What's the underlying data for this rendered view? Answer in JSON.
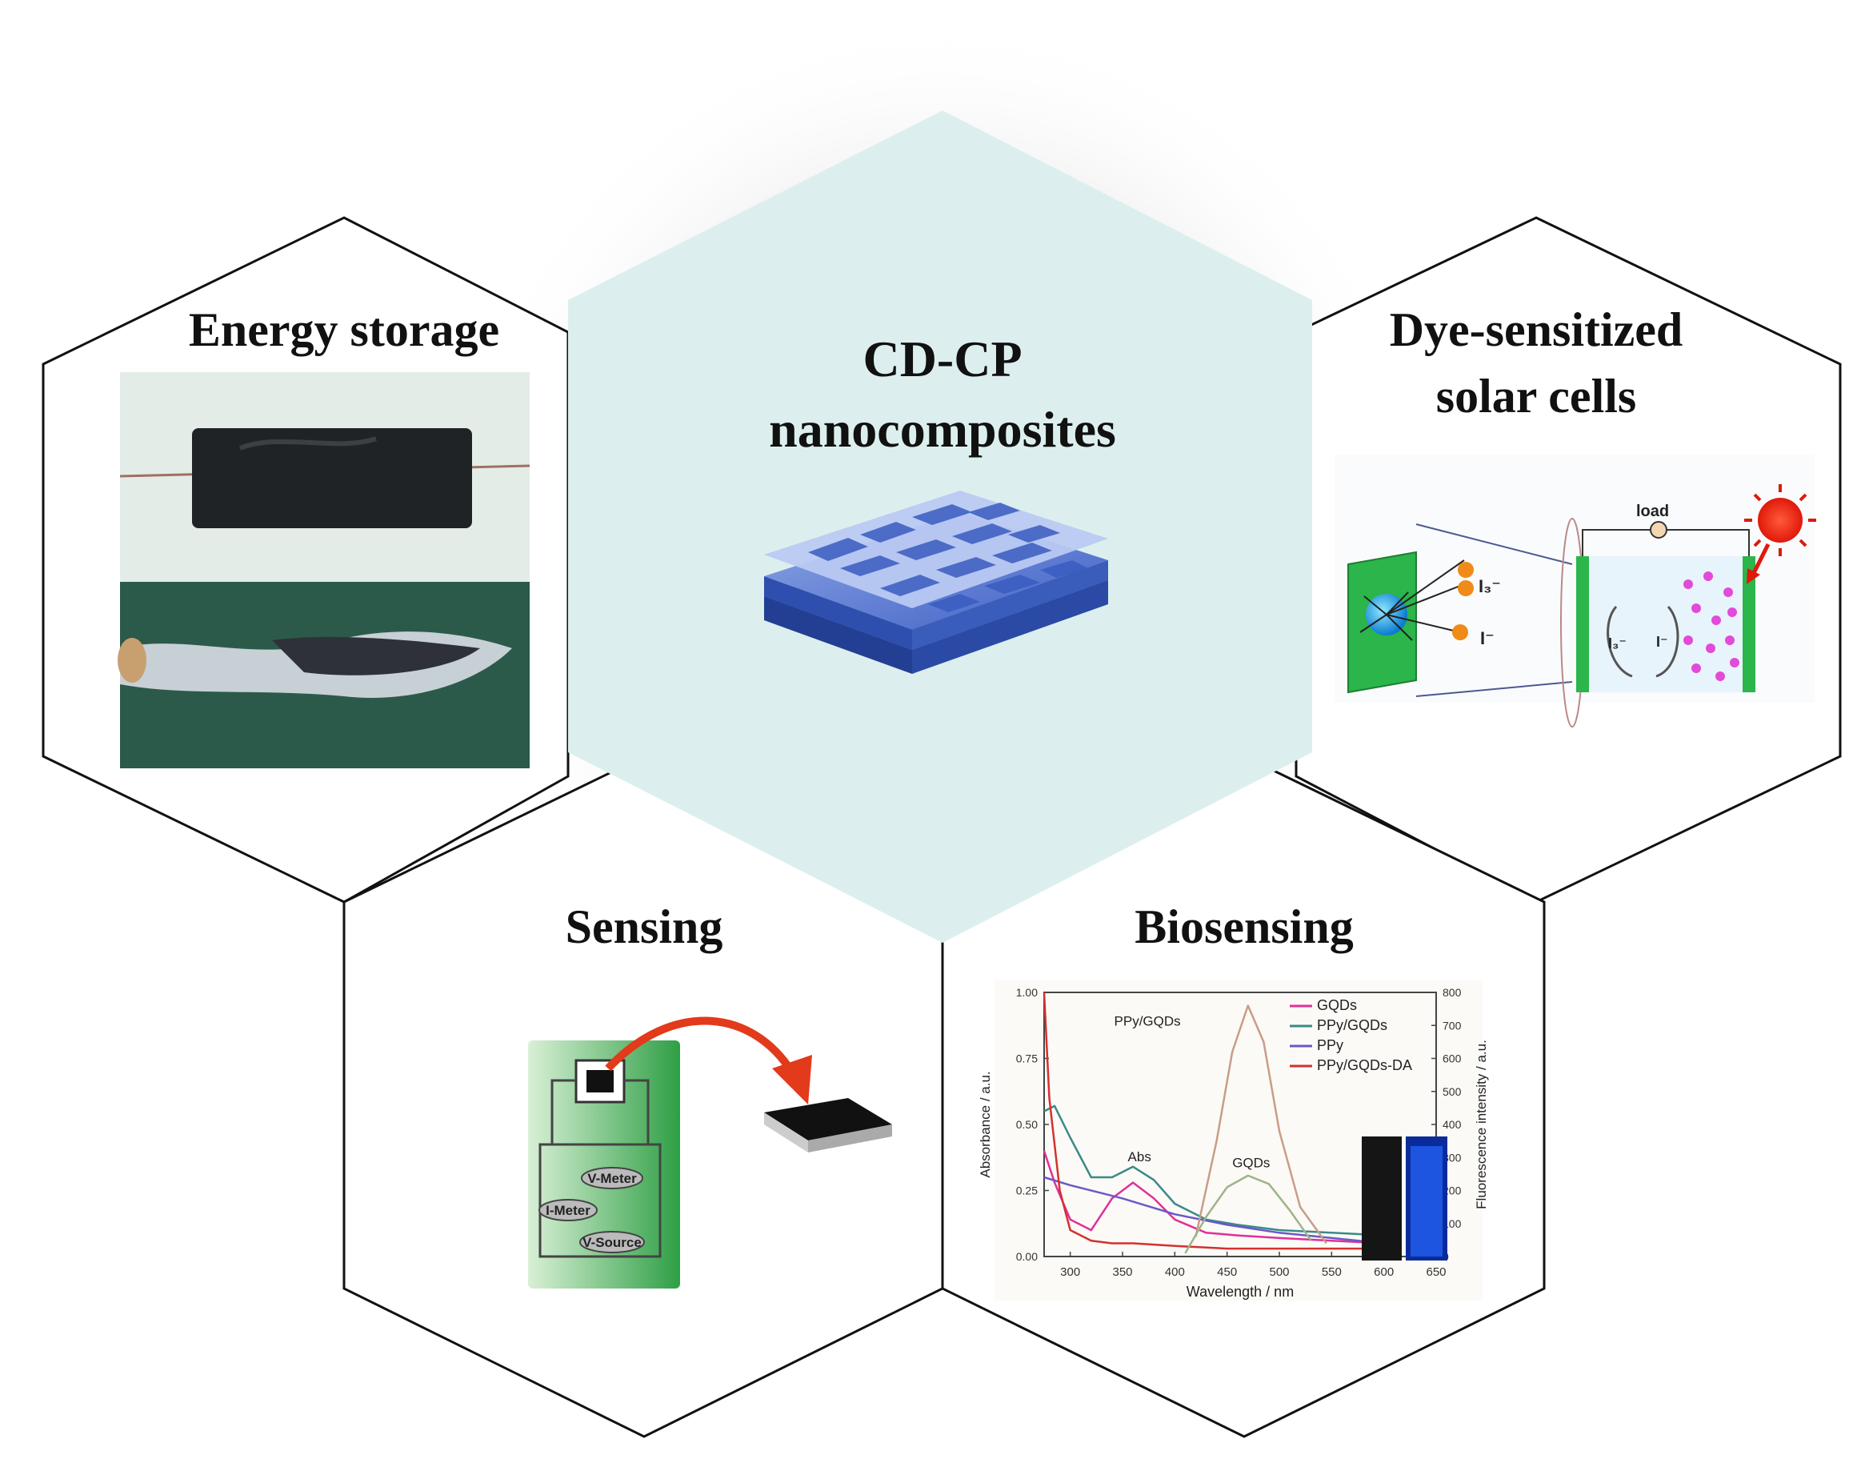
{
  "center": {
    "title_line1": "CD-CP",
    "title_line2": "nanocomposites"
  },
  "panels": {
    "energy_storage": {
      "title": "Energy storage"
    },
    "dssc": {
      "title_line1": "Dye-sensitized",
      "title_line2": "solar cells",
      "labels": {
        "load": "load",
        "i3_left": "I₃⁻",
        "i_left": "I⁻",
        "i3_cell": "I₃⁻",
        "i_cell": "I⁻"
      }
    },
    "sensing": {
      "title": "Sensing",
      "circuit": {
        "v_meter": "V-Meter",
        "i_meter": "I-Meter",
        "v_source": "V-Source"
      }
    },
    "biosensing": {
      "title": "Biosensing"
    }
  },
  "chart_data": {
    "type": "line",
    "xlabel": "Wavelength / nm",
    "ylabel_left": "Absorbance / a.u.",
    "ylabel_right": "Fluorescence intensity / a.u.",
    "xlim": [
      275,
      650
    ],
    "ylim_left": [
      0,
      1.0
    ],
    "ylim_right": [
      0,
      800
    ],
    "x_ticks": [
      "300",
      "350",
      "400",
      "450",
      "500",
      "550",
      "600",
      "650"
    ],
    "y_left_ticks": [
      "0.00",
      "0.25",
      "0.50",
      "0.75",
      "1.00"
    ],
    "y_right_ticks": [
      "0",
      "100",
      "200",
      "300",
      "400",
      "500",
      "600",
      "700",
      "800"
    ],
    "annotations": {
      "abs": "Abs",
      "gqds": "GQDs",
      "ppy_gqds": "PPy/GQDs"
    },
    "legend": [
      "GQDs",
      "PPy/GQDs",
      "PPy",
      "PPy/GQDs-DA"
    ],
    "series": [
      {
        "name": "GQDs",
        "axis": "left",
        "color": "#e0309a",
        "x": [
          275,
          285,
          300,
          320,
          340,
          360,
          380,
          400,
          430,
          460,
          500,
          550,
          600
        ],
        "y": [
          0.4,
          0.28,
          0.14,
          0.1,
          0.22,
          0.28,
          0.22,
          0.14,
          0.09,
          0.08,
          0.07,
          0.06,
          0.05
        ]
      },
      {
        "name": "PPy/GQDs",
        "axis": "left",
        "color": "#3a8a88",
        "x": [
          275,
          285,
          300,
          320,
          340,
          360,
          380,
          400,
          430,
          460,
          500,
          550,
          600
        ],
        "y": [
          0.55,
          0.57,
          0.45,
          0.3,
          0.3,
          0.34,
          0.29,
          0.2,
          0.14,
          0.12,
          0.1,
          0.09,
          0.08
        ]
      },
      {
        "name": "PPy",
        "axis": "left",
        "color": "#6b58c8",
        "x": [
          275,
          300,
          350,
          400,
          450,
          500,
          550,
          600
        ],
        "y": [
          0.3,
          0.27,
          0.22,
          0.16,
          0.12,
          0.09,
          0.07,
          0.05
        ]
      },
      {
        "name": "PPy/GQDs-DA",
        "axis": "left",
        "color": "#d43030",
        "x": [
          275,
          280,
          290,
          300,
          320,
          340,
          360,
          400,
          450,
          500,
          550,
          600
        ],
        "y": [
          1.0,
          0.6,
          0.25,
          0.1,
          0.06,
          0.05,
          0.05,
          0.04,
          0.03,
          0.03,
          0.03,
          0.03
        ]
      },
      {
        "name": "PPy/GQDs",
        "axis": "right",
        "color": "#c99c88",
        "x": [
          420,
          440,
          455,
          470,
          485,
          500,
          520,
          545
        ],
        "y": [
          60,
          350,
          620,
          760,
          650,
          380,
          150,
          40
        ]
      },
      {
        "name": "GQDs",
        "axis": "right",
        "color": "#9db48a",
        "x": [
          410,
          430,
          450,
          470,
          490,
          510,
          530
        ],
        "y": [
          10,
          120,
          210,
          245,
          220,
          140,
          50
        ]
      }
    ]
  }
}
